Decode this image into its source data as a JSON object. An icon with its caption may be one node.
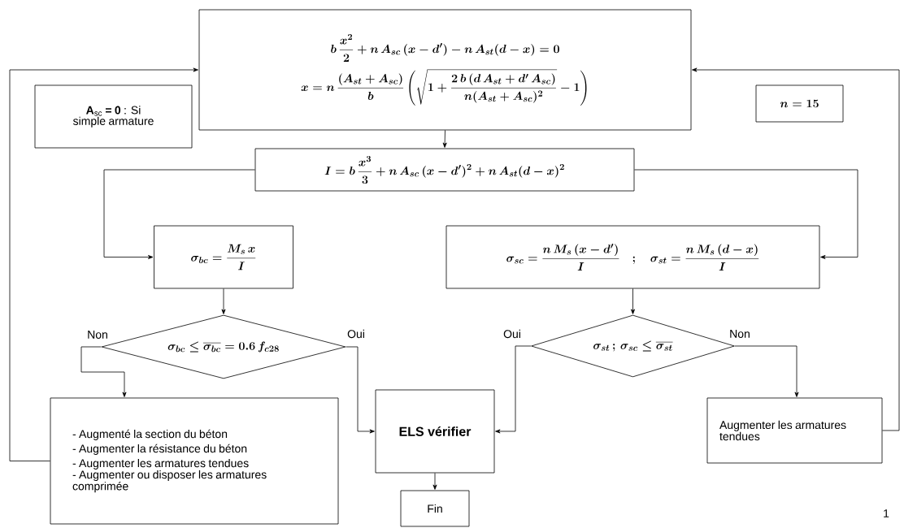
{
  "diagram": {
    "nodes": [
      {
        "text": [
          "b\\,\\frac{x^{2}}{2} + n\\,A_{sc}\\,(x-d') - n\\,A_{st}(d-x) = 0",
          "x = n\\,\\frac{(A_{st}+A_{sc})}{b}\\left (\\sqrt{1+\\frac{2\\,b\\,(d\\,A_{st}+d'\\,A_{sc})}{n(A_{st}+A_{sc})^{2}}}-1\\right )"
        ]
      },
      {
        "text": [
          "**A**$_{sc}$ **= 0** : Si simple armature"
        ]
      },
      {
        "text": [
          "n = 15"
        ]
      },
      {
        "text": [
          "I = b\\,\\frac{x^{3}}{3} + n\\,A_{sc}\\,(x-d')^{2} + n\\,A_{st}(d-x)^{2}"
        ]
      },
      {
        "text": [
          "\\sigma_{bc} = \\frac{M_{s}\\,x}{I}"
        ]
      },
      {
        "text": [
          "\\sigma_{sc} = \\frac{n\\,M_{s}\\,(x-d')}{I}\\quad;\\quad\\sigma_{st} = \\frac{n\\,M_{s}\\,(d-x)}{I}"
        ]
      },
      {
        "text": [
          "\\sigma_{bc} \\leq \\overline{\\sigma_{bc}} = 0.6\\,f_{c28}"
        ]
      },
      {
        "text": [
          "\\sigma_{st}\\,;\\,\\sigma_{sc} \\leq \\overline{\\sigma_{st}}"
        ]
      },
      {
        "text": [
          "- Augmenté la section du béton",
          "- Augmenter la résistance du béton",
          "- Augmenter  les armatures tendues",
          "- Augmenter ou disposer les armatures comprimée"
        ]
      },
      {
        "text": [
          "ELS vérifier"
        ]
      },
      {
        "text": [
          "Fin"
        ]
      },
      {
        "text": [
          "Augmenter  les armatures tendues"
        ]
      }
    ],
    "edges": [
      {
        "from": 8,
        "to": 0,
        "arrow": "to"
      },
      {
        "from": 11,
        "to": 0,
        "arrow": "to"
      },
      {
        "from": 0,
        "to": 3,
        "arrow": "to"
      },
      {
        "from": 3,
        "to": 4,
        "arrow": "to"
      },
      {
        "from": 3,
        "to": 5,
        "arrow": "to"
      },
      {
        "from": 4,
        "to": 6,
        "arrow": "to"
      },
      {
        "from": 5,
        "to": 7,
        "arrow": "to"
      },
      {
        "from": 6,
        "to": 8,
        "arrow": "to",
        "label": "Non"
      },
      {
        "from": 6,
        "to": 9,
        "arrow": "to",
        "label": "Oui"
      },
      {
        "from": 7,
        "to": 9,
        "arrow": "to",
        "label": "Oui"
      },
      {
        "from": 7,
        "to": 11,
        "arrow": "to",
        "label": "Non"
      },
      {
        "from": 9,
        "to": 10,
        "arrow": "to"
      }
    ],
    "labels": [
      "1"
    ]
  }
}
